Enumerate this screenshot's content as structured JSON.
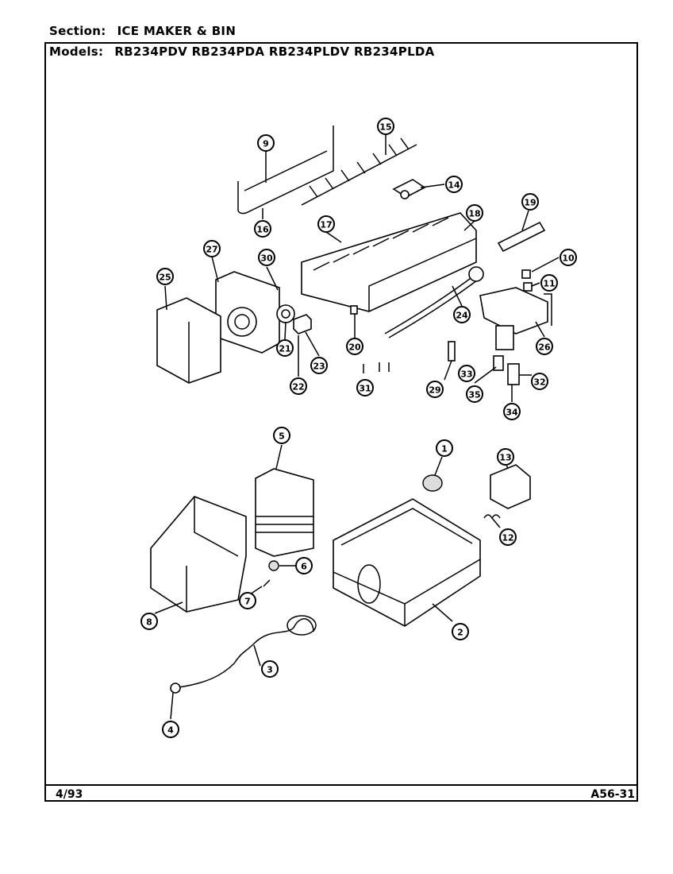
{
  "header": {
    "section_label": "Section:",
    "section_value": "ICE MAKER & BIN",
    "models_label": "Models:",
    "models_value": "RB234PDV RB234PDA RB234PLDV RB234PLDA"
  },
  "footer": {
    "date": "4/93",
    "page_code": "A56-31"
  },
  "callouts": [
    "9",
    "15",
    "14",
    "16",
    "19",
    "17",
    "18",
    "10",
    "11",
    "27",
    "25",
    "30",
    "24",
    "21",
    "20",
    "26",
    "23",
    "22",
    "31",
    "29",
    "33",
    "32",
    "35",
    "34",
    "5",
    "1",
    "13",
    "12",
    "6",
    "7",
    "8",
    "2",
    "3",
    "4"
  ]
}
